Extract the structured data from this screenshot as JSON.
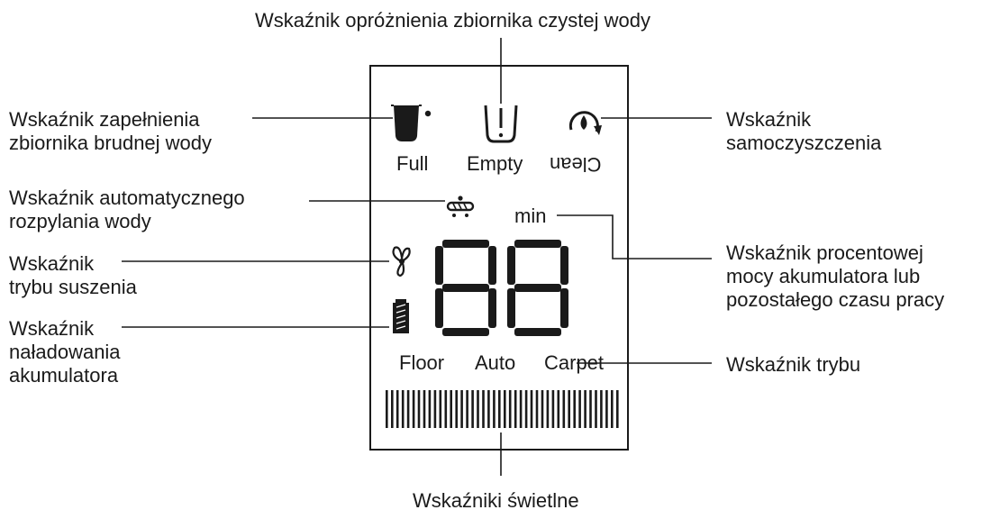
{
  "callouts": {
    "top": "Wskaźnik opróżnienia zbiornika czystej wody",
    "dirty_tank": [
      "Wskaźnik zapełnienia",
      "zbiornika brudnej wody"
    ],
    "self_clean": [
      "Wskaźnik",
      "samoczyszczenia"
    ],
    "auto_spray": [
      "Wskaźnik automatycznego",
      "rozpylania wody"
    ],
    "drying": [
      "Wskaźnik",
      "trybu suszenia"
    ],
    "battery_percent": [
      "Wskaźnik procentowej",
      "mocy akumulatora lub",
      "pozostałego czasu pracy"
    ],
    "charging": [
      "Wskaźnik",
      "naładowania",
      "akumulatora"
    ],
    "mode": "Wskaźnik trybu",
    "light": "Wskaźniki świetlne"
  },
  "display": {
    "full": "Full",
    "empty": "Empty",
    "clean": "Clean",
    "min": "min",
    "floor": "Floor",
    "auto": "Auto",
    "carpet": "Carpet",
    "digits": "88",
    "light_bar_count": 44
  },
  "icons": {
    "dirty_tank": "dirty-tank-icon",
    "empty_tank": "empty-tank-icon",
    "self_clean": "self-clean-icon",
    "spray": "spray-icon",
    "drying": "fan-icon",
    "battery": "battery-icon"
  },
  "colors": {
    "ink": "#1a1a1a"
  }
}
